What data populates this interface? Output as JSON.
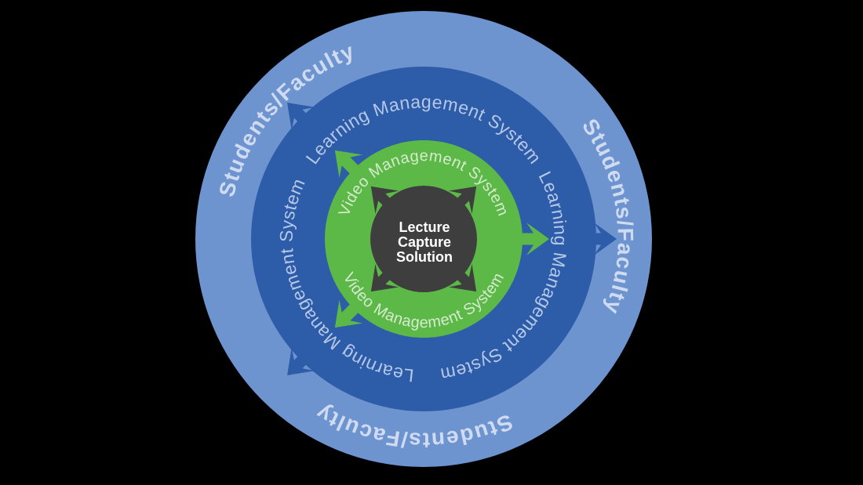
{
  "background_color": "#000000",
  "diagram": {
    "type": "concentric-rings",
    "title_semantic": "Lecture Capture Solution ecosystem diagram",
    "center_label": {
      "line1": "Lecture",
      "line2": "Capture",
      "line3": "Solution"
    },
    "center_circle": {
      "fill": "#3e3e3e",
      "text_color": "#ffffff"
    },
    "rings": {
      "inner": {
        "label": "Video Management System",
        "fill": "#5cb947",
        "text_color": "#d6ead0",
        "label_count": 2
      },
      "middle": {
        "label": "Learning Management System",
        "fill": "#2d5ca8",
        "text_color": "#b6c8e8",
        "label_count": 3
      },
      "outer": {
        "label": "Students/Faculty",
        "fill": "#6e94d0",
        "text_color": "#cfdbf0",
        "label_count": 3
      }
    },
    "arrow_colors": {
      "center_out": "#3e3e3e",
      "inner_out": "#5cb947",
      "middle_out": "#2d5ca8"
    }
  }
}
